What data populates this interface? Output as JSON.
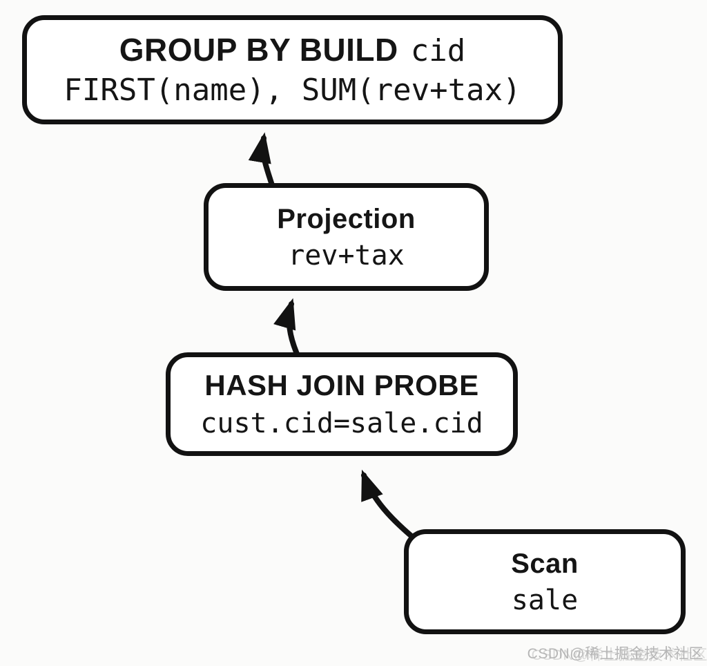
{
  "diagram": {
    "kind": "query-execution-plan",
    "nodes": [
      {
        "id": "group-by-build",
        "title": "GROUP BY BUILD",
        "title_suffix": "cid",
        "detail": "FIRST(name), SUM(rev+tax)"
      },
      {
        "id": "projection",
        "title": "Projection",
        "detail": "rev+tax"
      },
      {
        "id": "hash-join-probe",
        "title": "HASH JOIN PROBE",
        "detail": "cust.cid=sale.cid"
      },
      {
        "id": "scan",
        "title": "Scan",
        "detail": "sale"
      }
    ],
    "edges": [
      {
        "from": "projection",
        "to": "group-by-build"
      },
      {
        "from": "hash-join-probe",
        "to": "projection"
      },
      {
        "from": "scan",
        "to": "hash-join-probe"
      }
    ]
  },
  "watermark": {
    "text": "CSDN@稀土掘金技术社区"
  },
  "colors": {
    "background": "#fbfbfa",
    "node_fill": "#ffffff",
    "node_border": "#121212",
    "text": "#151515",
    "arrow": "#121212",
    "watermark": "#b6b6b6"
  }
}
